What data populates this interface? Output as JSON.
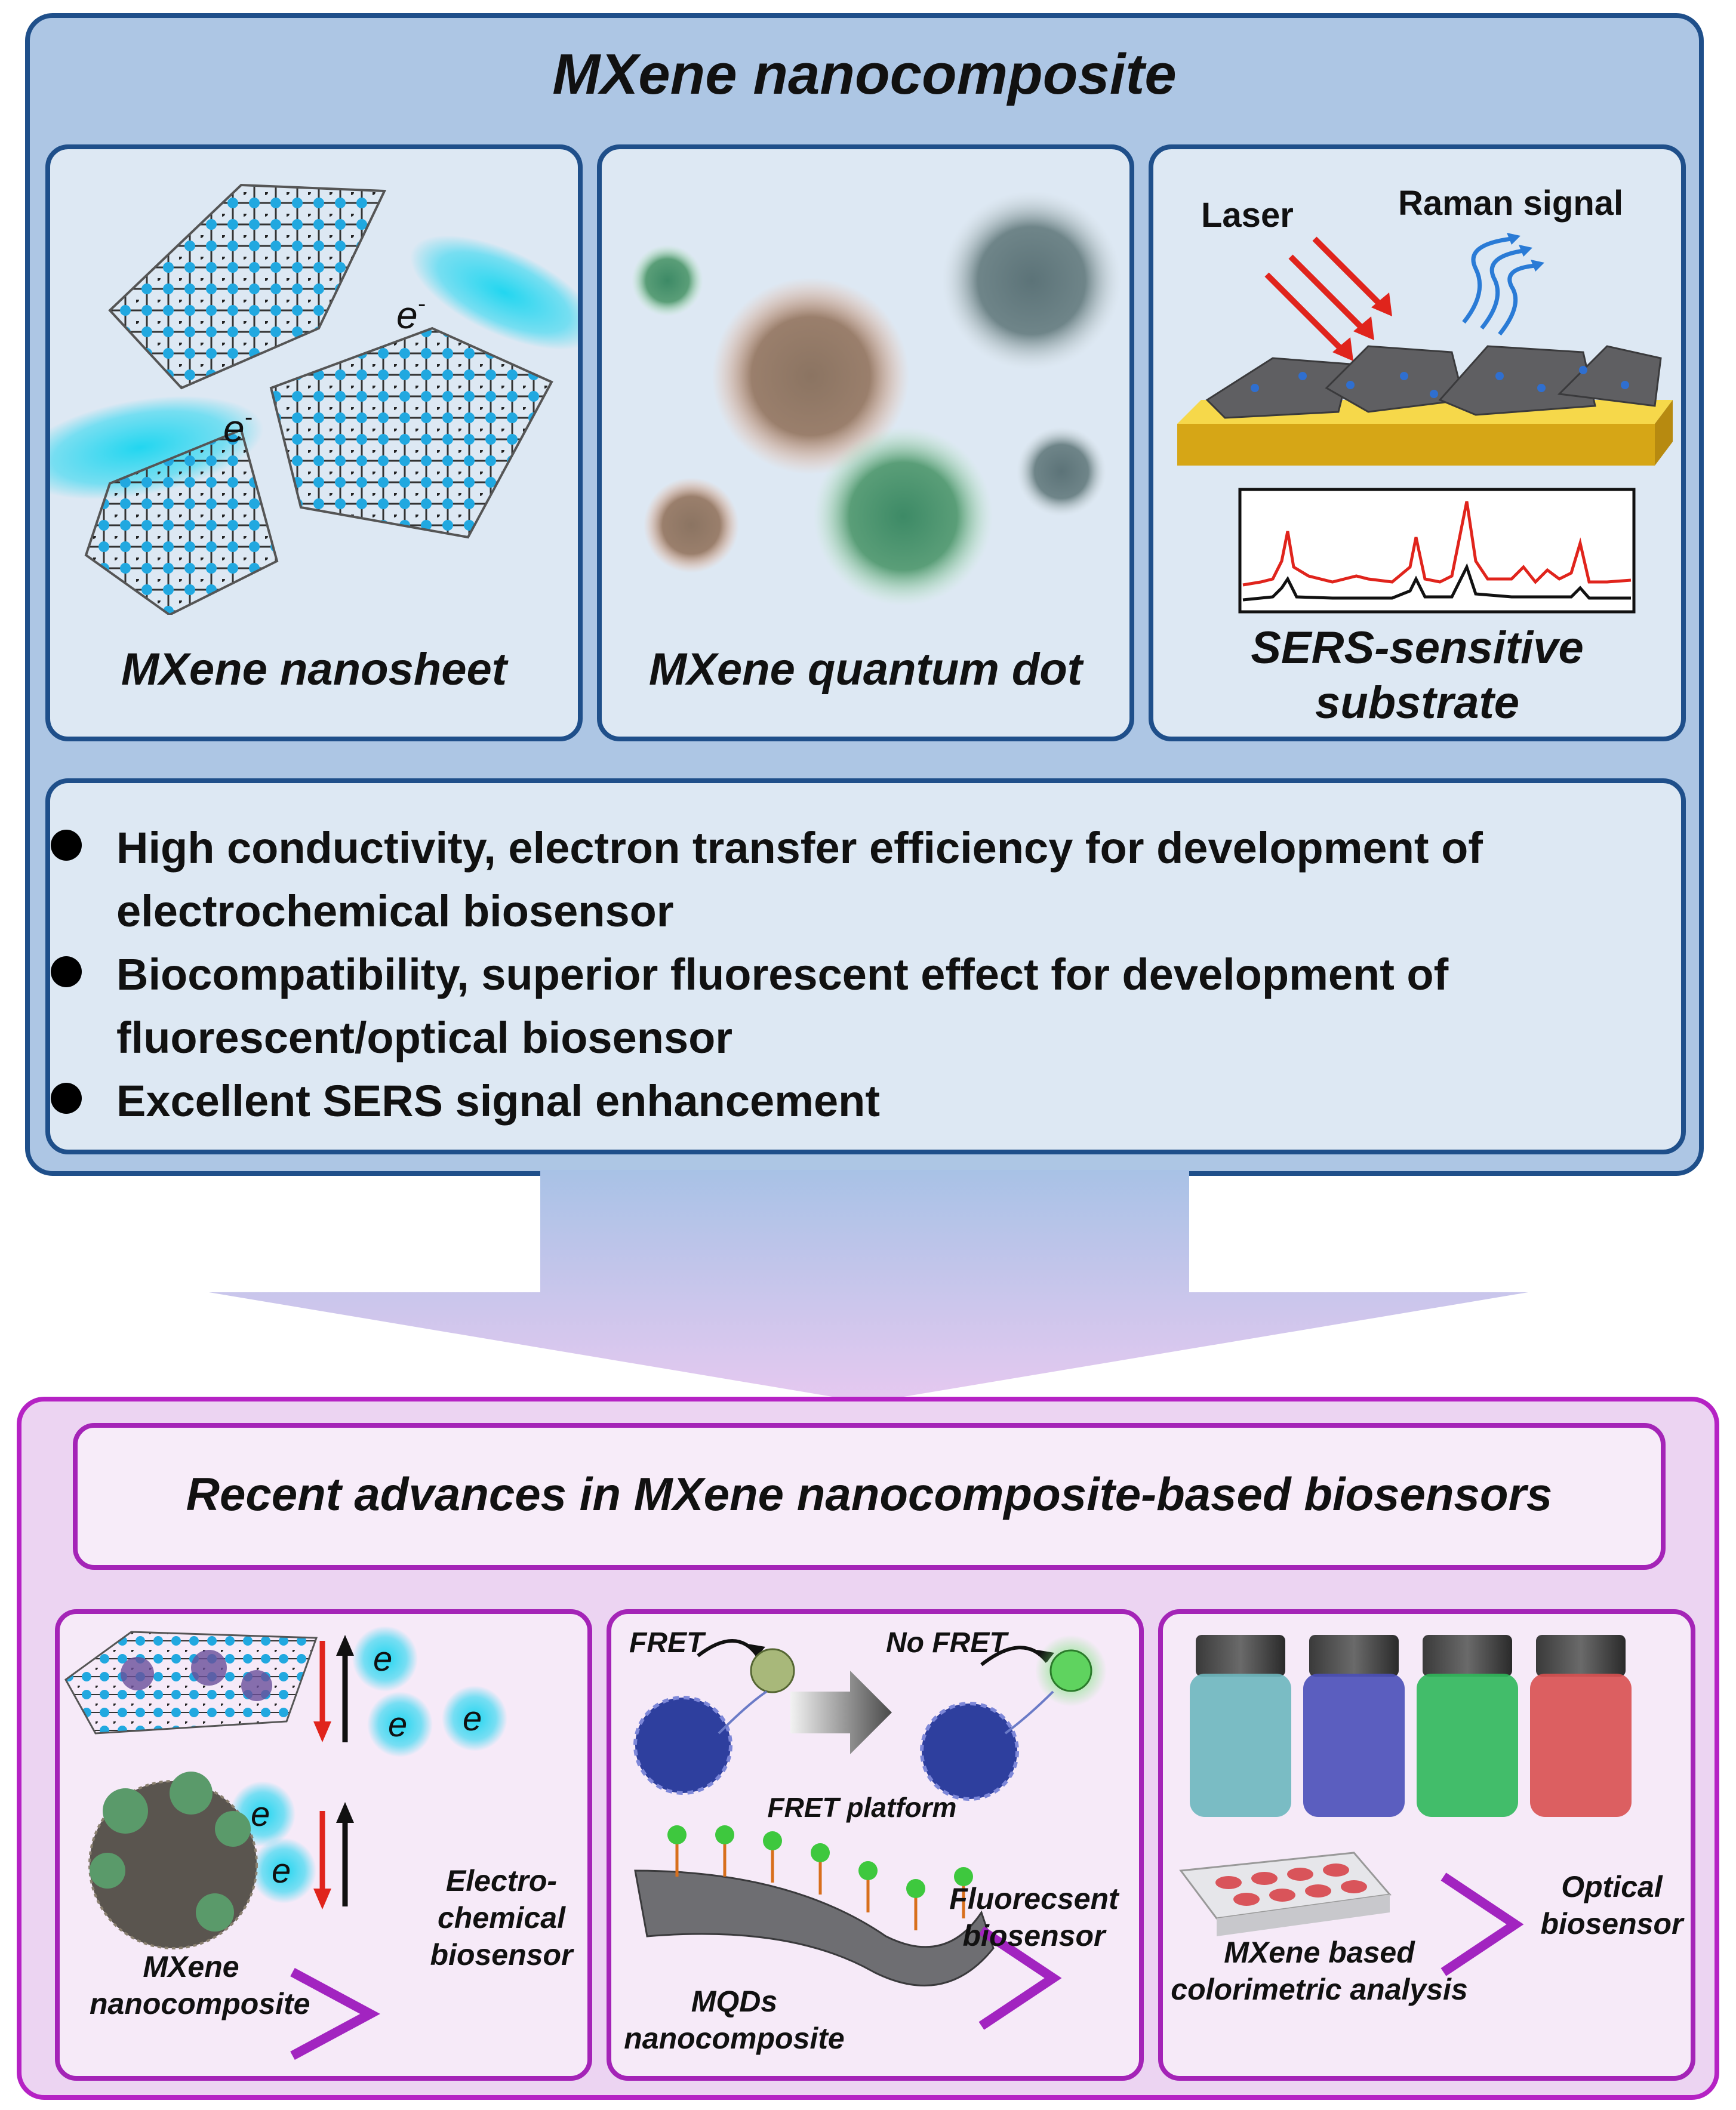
{
  "top": {
    "title": "MXene nanocomposite",
    "cards": [
      {
        "label": "MXene nanosheet"
      },
      {
        "label": "MXene quantum dot"
      },
      {
        "label_line1": "SERS-sensitive",
        "label_line2": "substrate",
        "laser": "Laser",
        "raman": "Raman signal"
      }
    ],
    "electron": "e",
    "electron_sup": "-",
    "bullets": [
      {
        "line1": "High conductivity, electron transfer efficiency for development of",
        "line2": "electrochemical biosensor"
      },
      {
        "line1": "Biocompatibility, superior fluorescent effect  for development of",
        "line2": "fluorescent/optical biosensor"
      },
      {
        "line1": "Excellent SERS signal enhancement",
        "line2": ""
      }
    ]
  },
  "bottom": {
    "title": "Recent advances in MXene nanocomposite-based biosensors",
    "electro": {
      "composite_line1": "MXene",
      "composite_line2": "nanocomposite",
      "result_line1": "Electro-",
      "result_line2": "chemical",
      "result_line3": "biosensor"
    },
    "fret": {
      "fret": "FRET",
      "no_fret": "No FRET",
      "platform": "FRET platform",
      "mqd_line1": "MQDs",
      "mqd_line2": "nanocomposite",
      "result_line1": "Fluorecsent",
      "result_line2": "biosensor"
    },
    "optical": {
      "analysis_line1": "MXene based",
      "analysis_line2": "colorimetric analysis",
      "result_line1": "Optical",
      "result_line2": "biosensor"
    }
  },
  "colors": {
    "top_border": "#1f4f8a",
    "top_fill": "#adc6e4",
    "card_fill": "#dde8f3",
    "bottom_border": "#b522c4",
    "bottom_fill": "#ecd4f2",
    "chevron": "#a224c0",
    "laser": "#e0241c",
    "raman": "#2a7bd6",
    "electron_glow": "#22d6f0"
  }
}
